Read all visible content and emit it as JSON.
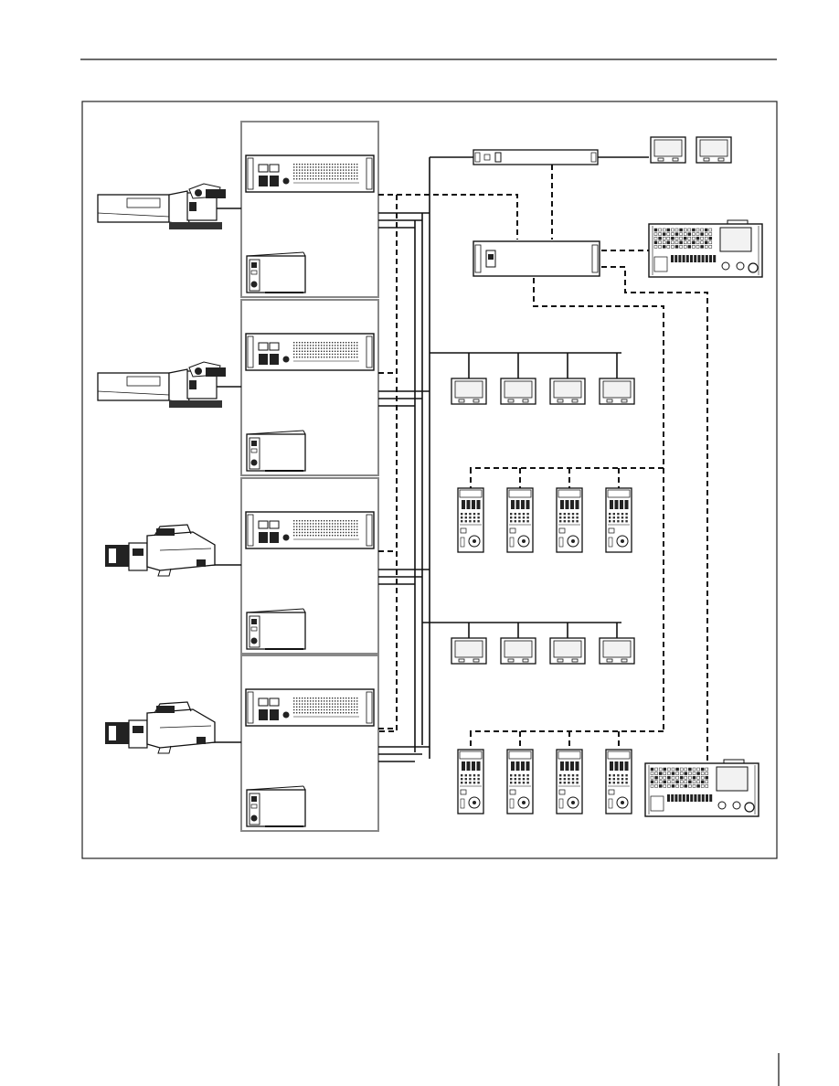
{
  "page": {
    "header_rule": true,
    "footer_rule": true
  },
  "diagram": {
    "type": "system-connection-diagram",
    "camera_chains": [
      {
        "camera_icon": "portable-camera-icon",
        "ccu_icon": "ccu-icon",
        "adapter_icon": "camera-adapter-icon"
      },
      {
        "camera_icon": "portable-camera-icon",
        "ccu_icon": "ccu-icon",
        "adapter_icon": "camera-adapter-icon"
      },
      {
        "camera_icon": "studio-camera-icon",
        "ccu_icon": "ccu-icon",
        "adapter_icon": "camera-adapter-icon"
      },
      {
        "camera_icon": "studio-camera-icon",
        "ccu_icon": "ccu-icon",
        "adapter_icon": "camera-adapter-icon"
      }
    ],
    "devices": {
      "top_unit_icon": "network-hub-icon",
      "control_unit_icon": "camera-command-network-unit-icon",
      "master_setup_icon": "master-setup-unit-icon",
      "monitor_icon": "video-monitor-icon",
      "rcp_icon": "remote-control-panel-icon"
    },
    "monitor_groups": [
      {
        "count": 2,
        "position": "top-right"
      },
      {
        "count": 4,
        "position": "middle-upper"
      },
      {
        "count": 4,
        "position": "middle-lower"
      }
    ],
    "rcp_groups": [
      {
        "count": 4,
        "position": "upper"
      },
      {
        "count": 4,
        "position": "lower"
      }
    ],
    "master_setup_units": 2,
    "line_styles": {
      "video": "solid",
      "control": "dashed"
    },
    "colors": {
      "line": "#111111",
      "panel_border": "#888888",
      "frame_border": "#222222",
      "device_fill": "#ffffff",
      "screen_fill": "#f2f2f2"
    }
  }
}
